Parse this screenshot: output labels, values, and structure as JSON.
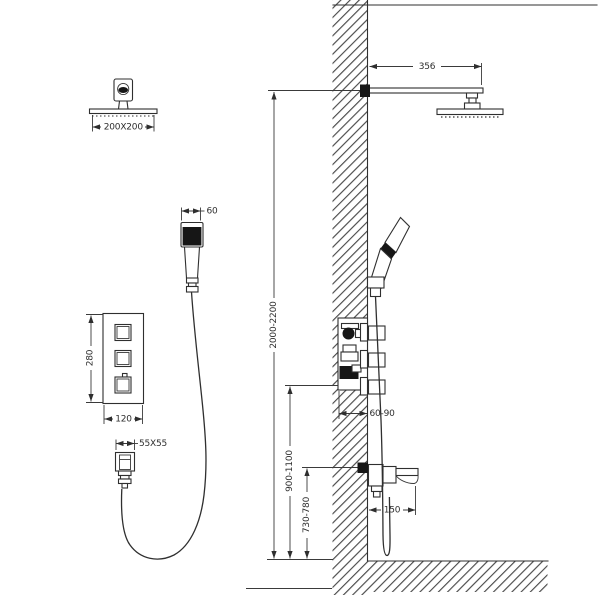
{
  "diagram": {
    "background": "#ffffff",
    "line_color": "#2f2f2f",
    "views": {
      "overhead_shower_top": {
        "size_label": "200X200"
      },
      "hand_shower_front": {
        "width_label": "60"
      },
      "control_panel_front": {
        "height_label": "280",
        "width_label": "120"
      },
      "wall_bracket_front": {
        "size_label": "55X55"
      },
      "installation_side": {
        "arm_length_label": "356",
        "overall_height_label": "2000-2200",
        "valve_height_label": "900-1100",
        "spout_height_label": "730-780",
        "embed_depth_label": "60-90",
        "spout_reach_label": "150"
      }
    }
  }
}
